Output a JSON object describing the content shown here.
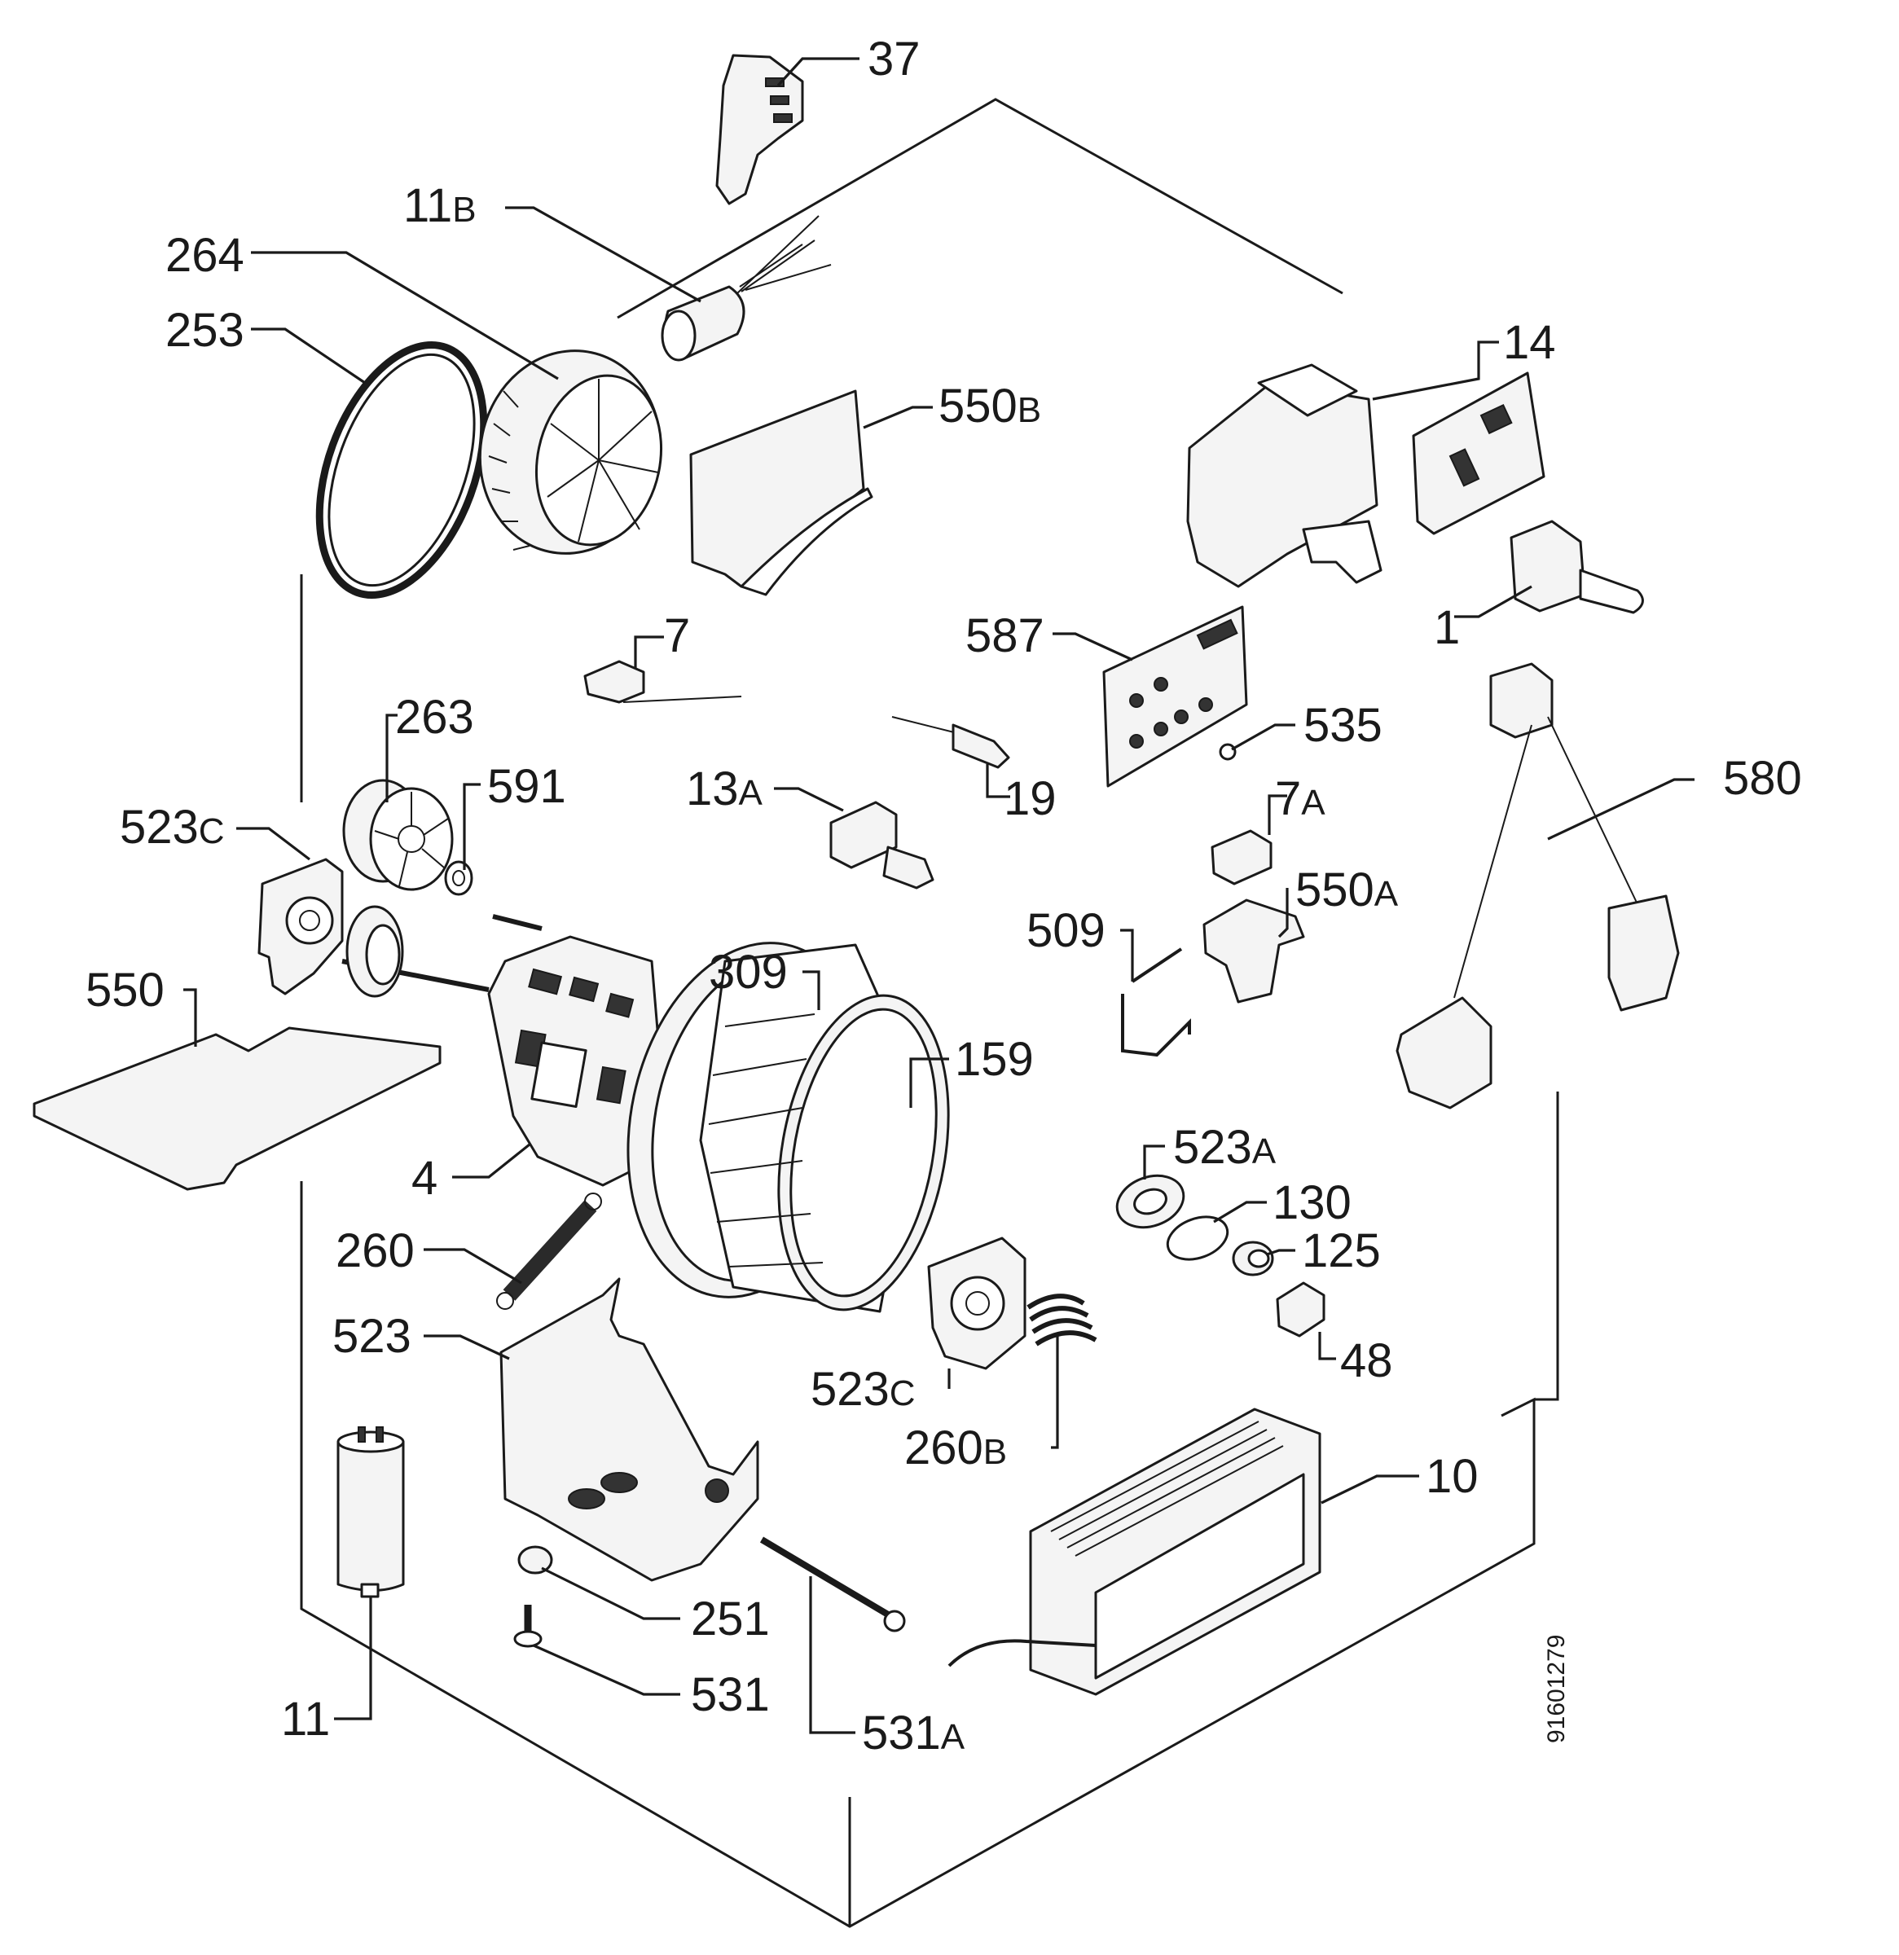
{
  "diagram": {
    "reference_code": "91601279",
    "labels": {
      "p37": {
        "num": "37",
        "suffix": ""
      },
      "p11B": {
        "num": "11",
        "suffix": "B"
      },
      "p264": {
        "num": "264",
        "suffix": ""
      },
      "p253": {
        "num": "253",
        "suffix": ""
      },
      "p550B": {
        "num": "550",
        "suffix": "B"
      },
      "p14": {
        "num": "14",
        "suffix": ""
      },
      "p1": {
        "num": "1",
        "suffix": ""
      },
      "p587": {
        "num": "587",
        "suffix": ""
      },
      "p7": {
        "num": "7",
        "suffix": ""
      },
      "p263": {
        "num": "263",
        "suffix": ""
      },
      "p591": {
        "num": "591",
        "suffix": ""
      },
      "p535": {
        "num": "535",
        "suffix": ""
      },
      "p580": {
        "num": "580",
        "suffix": ""
      },
      "p13A": {
        "num": "13",
        "suffix": "A"
      },
      "p19": {
        "num": "19",
        "suffix": ""
      },
      "p523C_top": {
        "num": "523",
        "suffix": "C"
      },
      "p7A": {
        "num": "7",
        "suffix": "A"
      },
      "p550A": {
        "num": "550",
        "suffix": "A"
      },
      "p509": {
        "num": "509",
        "suffix": ""
      },
      "p550": {
        "num": "550",
        "suffix": ""
      },
      "p309": {
        "num": "309",
        "suffix": ""
      },
      "p159": {
        "num": "159",
        "suffix": ""
      },
      "p523A": {
        "num": "523",
        "suffix": "A"
      },
      "p4": {
        "num": "4",
        "suffix": ""
      },
      "p130": {
        "num": "130",
        "suffix": ""
      },
      "p125": {
        "num": "125",
        "suffix": ""
      },
      "p260": {
        "num": "260",
        "suffix": ""
      },
      "p523": {
        "num": "523",
        "suffix": ""
      },
      "p48": {
        "num": "48",
        "suffix": ""
      },
      "p523C_bottom": {
        "num": "523",
        "suffix": "C"
      },
      "p260B": {
        "num": "260",
        "suffix": "B"
      },
      "p10": {
        "num": "10",
        "suffix": ""
      },
      "p251": {
        "num": "251",
        "suffix": ""
      },
      "p531": {
        "num": "531",
        "suffix": ""
      },
      "p11": {
        "num": "11",
        "suffix": ""
      },
      "p531A": {
        "num": "531",
        "suffix": "A"
      }
    }
  }
}
